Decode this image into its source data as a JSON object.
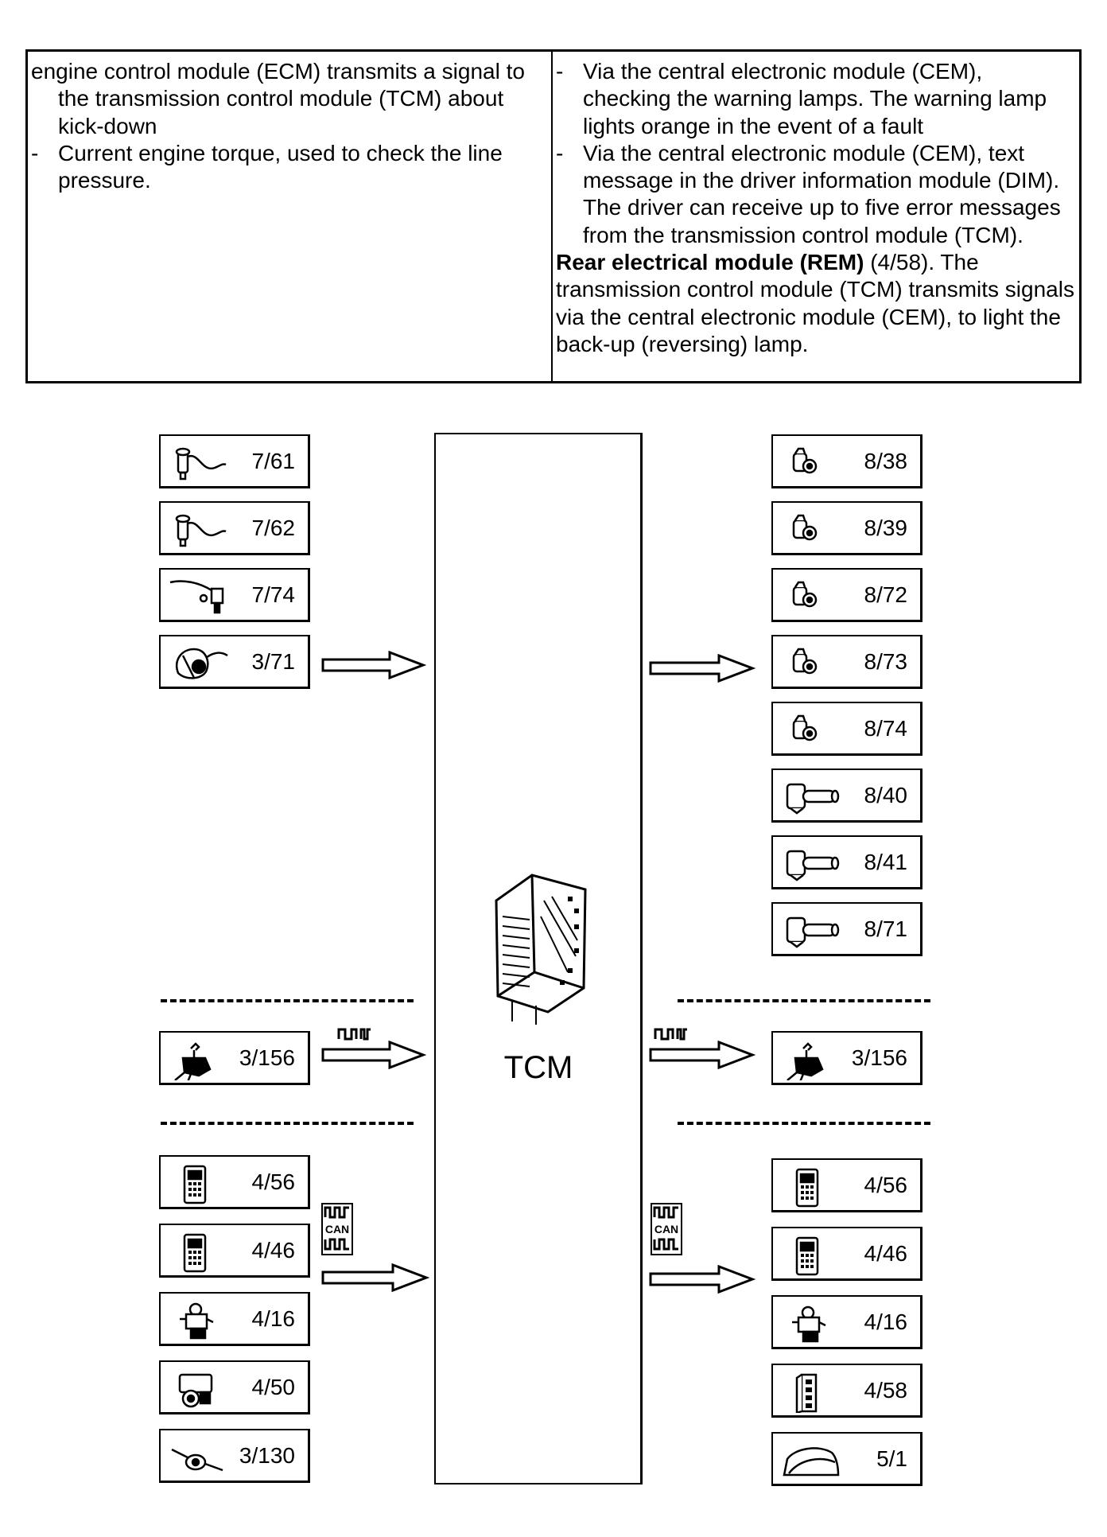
{
  "table": {
    "left_column": [
      {
        "type": "hang",
        "text": "engine control module (ECM) transmits a signal to the transmission control module (TCM) about kick-down"
      },
      {
        "type": "bullet",
        "dash": "-",
        "text": "Current engine torque, used to check the line pressure."
      }
    ],
    "right_column": {
      "bullets": [
        {
          "dash": "-",
          "text": "Via the central electronic module (CEM), checking the warning lamps. The warning lamp lights orange in the event of a fault"
        },
        {
          "dash": "-",
          "text": "Via the central electronic module (CEM), text message in the driver information module (DIM). The driver can receive up to five error messages from the transmission control module (TCM)."
        }
      ],
      "rem_bold": "Rear electrical module (REM)",
      "rem_ref": " (4/58). The transmission control module (TCM) transmits signals via the central electronic module (CEM), to light the back-up (reversing) lamp."
    }
  },
  "diagram": {
    "center_label": "TCM",
    "inputs_sensors": [
      {
        "code": "7/61",
        "icon": "speed-sensor-icon"
      },
      {
        "code": "7/62",
        "icon": "speed-sensor-icon"
      },
      {
        "code": "7/74",
        "icon": "temperature-sensor-icon"
      },
      {
        "code": "3/71",
        "icon": "gear-selector-sensor-icon"
      }
    ],
    "outputs_solenoids": [
      {
        "code": "8/38",
        "icon": "solenoid-icon"
      },
      {
        "code": "8/39",
        "icon": "solenoid-icon"
      },
      {
        "code": "8/72",
        "icon": "solenoid-icon"
      },
      {
        "code": "8/73",
        "icon": "solenoid-icon"
      },
      {
        "code": "8/74",
        "icon": "solenoid-icon"
      },
      {
        "code": "8/40",
        "icon": "pressure-solenoid-icon"
      },
      {
        "code": "8/41",
        "icon": "pressure-solenoid-icon"
      },
      {
        "code": "8/71",
        "icon": "pressure-solenoid-icon"
      }
    ],
    "serial_left": {
      "code": "3/156",
      "icon": "gear-shift-lever-icon"
    },
    "serial_right": {
      "code": "3/156",
      "icon": "gear-shift-lever-icon"
    },
    "can_badge": "CAN",
    "can_inputs": [
      {
        "code": "4/56",
        "icon": "control-module-icon"
      },
      {
        "code": "4/46",
        "icon": "control-module-icon"
      },
      {
        "code": "4/16",
        "icon": "steering-module-icon"
      },
      {
        "code": "4/50",
        "icon": "brake-module-icon"
      },
      {
        "code": "3/130",
        "icon": "sensor-icon"
      }
    ],
    "can_outputs": [
      {
        "code": "4/56",
        "icon": "control-module-icon"
      },
      {
        "code": "4/46",
        "icon": "control-module-icon"
      },
      {
        "code": "4/16",
        "icon": "steering-module-icon"
      },
      {
        "code": "4/58",
        "icon": "rear-module-icon"
      },
      {
        "code": "5/1",
        "icon": "instrument-cluster-icon"
      }
    ]
  }
}
